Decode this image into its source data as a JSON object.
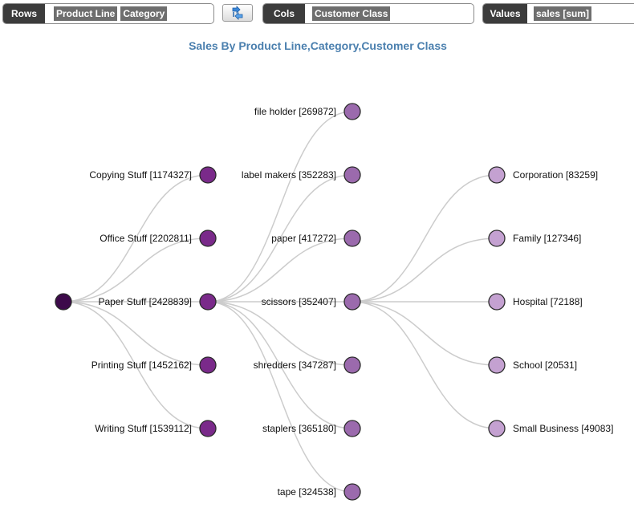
{
  "shelves": {
    "rows": {
      "label": "Rows",
      "fields": [
        "Product Line",
        "Category"
      ]
    },
    "cols": {
      "label": "Cols",
      "fields": [
        "Customer Class"
      ]
    },
    "values": {
      "label": "Values",
      "fields": [
        "sales [sum]"
      ]
    }
  },
  "swap_button": {
    "icon": "swap-axes-icon"
  },
  "chart_title": "Sales By Product Line,Category,Customer Class",
  "colors": {
    "title": "#4a7fae",
    "level0": "#3d0a4a",
    "level1": "#7a2a8a",
    "level2": "#9b6aad",
    "level3": "#c4a1d1",
    "link": "#cccccc"
  },
  "tree": {
    "root": {
      "label": ""
    },
    "level1": [
      {
        "label": "Copying Stuff [1174327]"
      },
      {
        "label": "Office Stuff [2202811]"
      },
      {
        "label": "Paper Stuff [2428839]",
        "expanded": true
      },
      {
        "label": "Printing Stuff [1452162]"
      },
      {
        "label": "Writing Stuff [1539112]"
      }
    ],
    "level2": [
      {
        "label": "file holder [269872]"
      },
      {
        "label": "label makers [352283]"
      },
      {
        "label": "paper [417272]"
      },
      {
        "label": "scissors [352407]",
        "expanded": true
      },
      {
        "label": "shredders [347287]"
      },
      {
        "label": "staplers [365180]"
      },
      {
        "label": "tape [324538]"
      }
    ],
    "level3": [
      {
        "label": "Corporation [83259]"
      },
      {
        "label": "Family [127346]"
      },
      {
        "label": "Hospital [72188]"
      },
      {
        "label": "School [20531]"
      },
      {
        "label": "Small Business [49083]"
      }
    ]
  }
}
